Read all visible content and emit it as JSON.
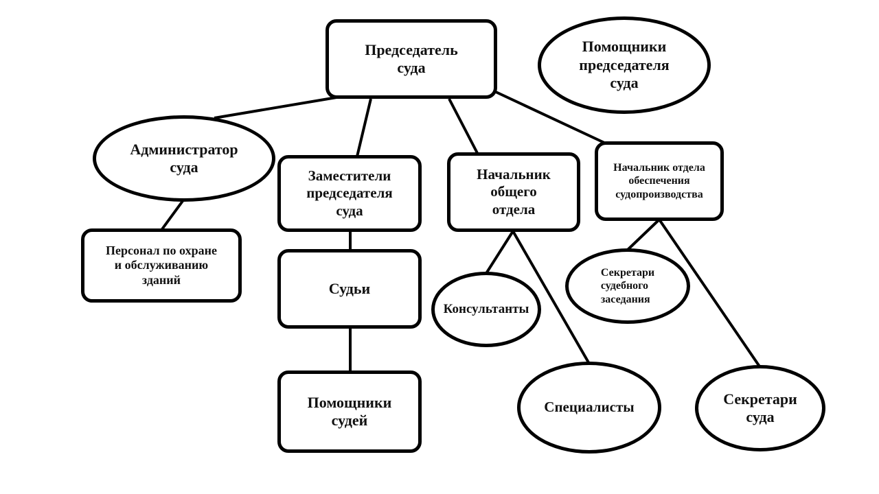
{
  "diagram": {
    "title": "Структура суда",
    "nodes": {
      "chairman": {
        "label": "Председатель\nсуда",
        "shape": "rect"
      },
      "chairman_assistants": {
        "label": "Помощники\nпредседателя\nсуда",
        "shape": "ellipse"
      },
      "administrator": {
        "label": "Администратор\nсуда",
        "shape": "ellipse"
      },
      "deputies": {
        "label": "Заместители\nпредседателя\nсуда",
        "shape": "rect"
      },
      "general_head": {
        "label": "Начальник\nобщего\nотдела",
        "shape": "rect"
      },
      "proceedings_head": {
        "label": "Начальник отдела\nобеспечения\nсудопроизводства",
        "shape": "rect"
      },
      "security_staff": {
        "label": "Персонал по охране\nи обслуживанию\nзданий",
        "shape": "rect"
      },
      "judges": {
        "label": "Судьи",
        "shape": "rect"
      },
      "judge_assistants": {
        "label": "Помощники\nсудей",
        "shape": "rect"
      },
      "consultants": {
        "label": "Консультанты",
        "shape": "ellipse"
      },
      "specialists": {
        "label": "Специалисты",
        "shape": "ellipse"
      },
      "hearing_secretaries": {
        "label": "Секретари\nсудебного\nзаседания",
        "shape": "ellipse"
      },
      "court_secretaries": {
        "label": "Секретари\nсуда",
        "shape": "ellipse"
      }
    },
    "edges": [
      [
        "chairman",
        "administrator"
      ],
      [
        "chairman",
        "deputies"
      ],
      [
        "chairman",
        "general_head"
      ],
      [
        "chairman",
        "proceedings_head"
      ],
      [
        "administrator",
        "security_staff"
      ],
      [
        "deputies",
        "judges"
      ],
      [
        "judges",
        "judge_assistants"
      ],
      [
        "general_head",
        "consultants"
      ],
      [
        "general_head",
        "specialists"
      ],
      [
        "proceedings_head",
        "hearing_secretaries"
      ],
      [
        "proceedings_head",
        "court_secretaries"
      ]
    ]
  }
}
